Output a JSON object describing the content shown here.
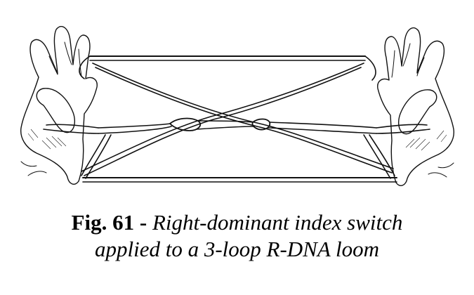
{
  "figure": {
    "illustration": "string-figure-hands",
    "caption": {
      "label": "Fig. 61 -",
      "line1": "Right-dominant index switch",
      "line2": "applied to a 3-loop R-DNA loom"
    }
  }
}
